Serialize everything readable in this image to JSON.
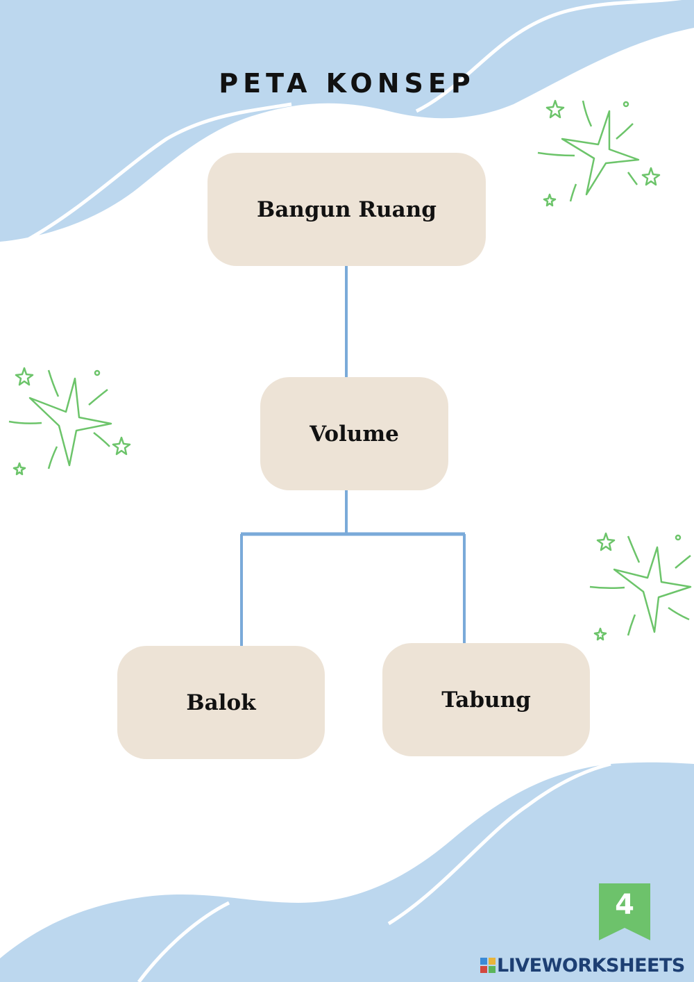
{
  "title": "PETA KONSEP",
  "nodes": {
    "root": "Bangun Ruang",
    "middle": "Volume",
    "left": "Balok",
    "right": "Tabung"
  },
  "page_number": "4",
  "brand": "LIVEWORKSHEETS",
  "colors": {
    "wave": "#bcd7ee",
    "wave_line": "#ffffff",
    "node_fill": "#ede3d6",
    "connector": "#7aaad9",
    "sparkle": "#6cc46a",
    "badge": "#6dc26b",
    "brand_text": "#1d3f73"
  }
}
